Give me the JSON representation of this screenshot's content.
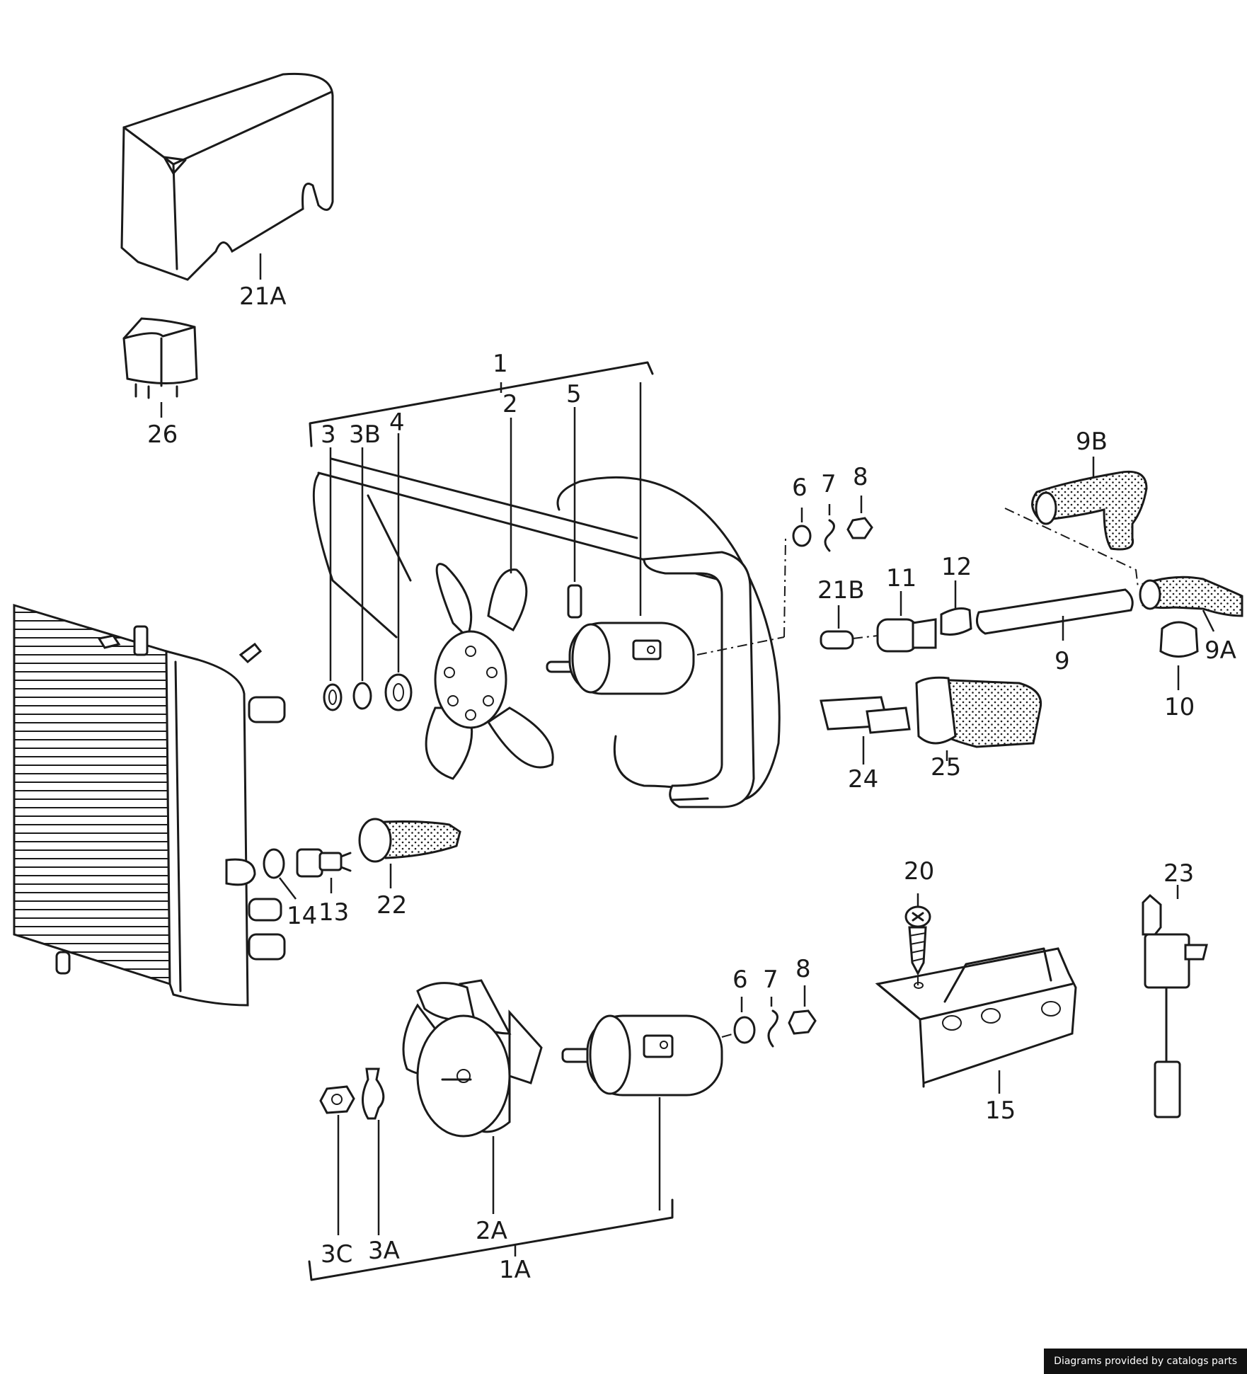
{
  "diagram": {
    "callouts": {
      "c1": "1",
      "c1A": "1A",
      "c2": "2",
      "c2A": "2A",
      "c3": "3",
      "c3A": "3A",
      "c3B": "3B",
      "c3C": "3C",
      "c4": "4",
      "c5": "5",
      "c6a": "6",
      "c7a": "7",
      "c8a": "8",
      "c6b": "6",
      "c7b": "7",
      "c8b": "8",
      "c9": "9",
      "c9A": "9A",
      "c9B": "9B",
      "c10": "10",
      "c11": "11",
      "c12": "12",
      "c13": "13",
      "c14": "14",
      "c15": "15",
      "c20": "20",
      "c21A": "21A",
      "c21B": "21B",
      "c22": "22",
      "c23": "23",
      "c24": "24",
      "c25": "25",
      "c26": "26"
    }
  },
  "footer": {
    "credit": "Diagrams provided by catalogs parts"
  }
}
